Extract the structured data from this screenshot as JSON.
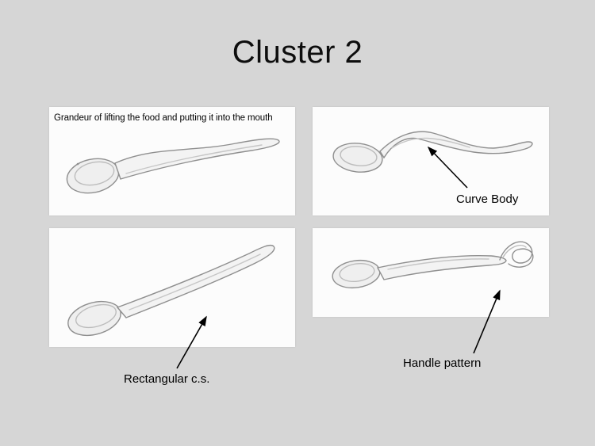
{
  "title": "Cluster 2",
  "panels": {
    "top_left": {
      "caption": "Grandeur of lifting the food and putting it into the mouth",
      "sketch": "spoon-side-view-curved-handle"
    },
    "top_right": {
      "label": "Curve Body",
      "sketch": "spoon-s-curve-body"
    },
    "bottom_left": {
      "label": "Rectangular c.s.",
      "sketch": "spoon-long-straight-handle"
    },
    "bottom_right": {
      "label": "Handle pattern",
      "sketch": "spoon-looped-handle-end"
    }
  },
  "colors": {
    "slide_background": "#d6d6d6",
    "panel_background": "#fcfcfc",
    "sketch_stroke": "#8f8f8f",
    "annotation_arrow": "#000000",
    "text": "#000000"
  }
}
